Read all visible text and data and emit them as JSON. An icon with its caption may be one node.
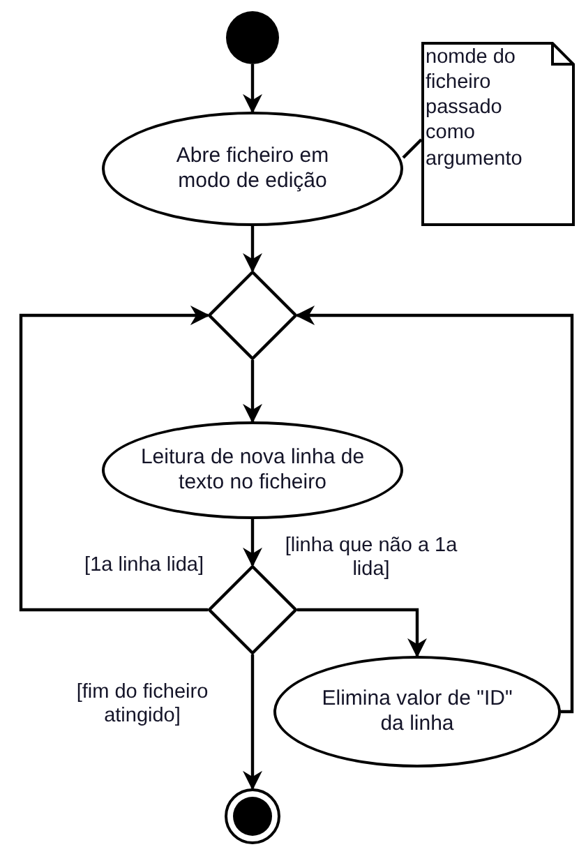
{
  "diagram": {
    "nodes": [
      {
        "text": [],
        "shape": "circle"
      },
      {
        "text": [
          "Abre ficheiro em modo de edição"
        ]
      },
      {
        "text": [
          "nomde do ficheiro passado como argumento"
        ]
      },
      {
        "text": [],
        "shape": "diamond"
      },
      {
        "text": [
          "Leitura de nova linha de texto no ficheiro"
        ]
      },
      {
        "text": [],
        "shape": "diamond"
      },
      {
        "text": [
          "Elimina valor de \"ID\" da linha"
        ]
      },
      {
        "text": [],
        "shape": "circle"
      }
    ],
    "edges": [
      {
        "from": 0,
        "to": 1,
        "arrow": "to"
      },
      {
        "from": 1,
        "to": 3,
        "arrow": "to"
      },
      {
        "from": 3,
        "to": 4,
        "arrow": "to"
      },
      {
        "from": 4,
        "to": 5,
        "arrow": "to"
      },
      {
        "from": 5,
        "to": 3,
        "arrow": "to",
        "label": "[1a linha lida]"
      },
      {
        "from": 5,
        "to": 6,
        "arrow": "to",
        "label": "[linha que não a 1a lida]"
      },
      {
        "from": 5,
        "to": 7,
        "arrow": "to",
        "label": "[fim do ficheiro atingido]"
      },
      {
        "from": 6,
        "to": 3,
        "arrow": "to"
      },
      {
        "from": 1,
        "to": 2,
        "arrow": "none"
      }
    ]
  }
}
